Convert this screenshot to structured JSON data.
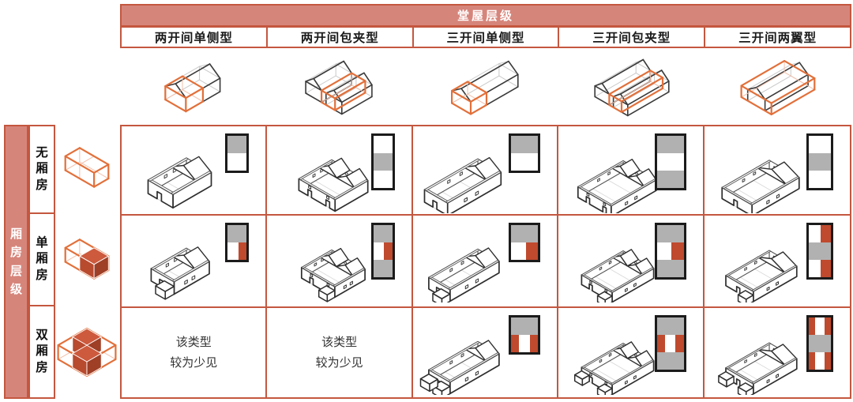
{
  "header": {
    "title": "堂屋层级"
  },
  "columns": [
    {
      "label": "两开间单侧型",
      "schematic": "two-bay-single-side"
    },
    {
      "label": "两开间包夹型",
      "schematic": "two-bay-wrapped"
    },
    {
      "label": "三开间单侧型",
      "schematic": "three-bay-single-side"
    },
    {
      "label": "三开间包夹型",
      "schematic": "three-bay-wrapped"
    },
    {
      "label": "三开间两翼型",
      "schematic": "three-bay-two-wings"
    }
  ],
  "side": {
    "title": "厢房层级",
    "rows": [
      {
        "label": "无厢房",
        "icon": "no-wing-cube-icon"
      },
      {
        "label": "单厢房",
        "icon": "single-wing-cube-icon"
      },
      {
        "label": "双厢房",
        "icon": "double-wing-cube-icon"
      }
    ]
  },
  "rare_note": {
    "line1": "该类型",
    "line2": "较为少见"
  },
  "matrix": {
    "cells": [
      [
        {
          "type": "house",
          "legend": [
            "G",
            "W"
          ]
        },
        {
          "type": "house",
          "legend": [
            "W",
            "G",
            "W"
          ]
        },
        {
          "type": "house",
          "legend": [
            "G",
            "W"
          ]
        },
        {
          "type": "house",
          "legend": [
            "G",
            "W",
            "G"
          ]
        },
        {
          "type": "house",
          "legend": [
            "W",
            "G",
            "W"
          ]
        }
      ],
      [
        {
          "type": "house",
          "legend": [
            "G",
            "WR"
          ]
        },
        {
          "type": "house",
          "legend": [
            "G",
            "WR",
            "G"
          ]
        },
        {
          "type": "house",
          "legend": [
            "G",
            "WR"
          ]
        },
        {
          "type": "house",
          "legend": [
            "G",
            "WR",
            "G"
          ]
        },
        {
          "type": "house",
          "legend": [
            "WR",
            "G",
            "WR"
          ]
        }
      ],
      [
        {
          "type": "rare"
        },
        {
          "type": "rare"
        },
        {
          "type": "house",
          "legend": [
            "G",
            "RWR"
          ]
        },
        {
          "type": "house",
          "legend": [
            "G",
            "RWR",
            "G"
          ]
        },
        {
          "type": "house",
          "legend": [
            "RWR",
            "G",
            "RWR"
          ]
        }
      ]
    ]
  },
  "colors": {
    "band_bg": "#d6857b",
    "grid_line": "#c4573f",
    "accent": "#e2703a",
    "accent_light": "#f3c0ab",
    "legend_gray": "#b1b1b1",
    "legend_red": "#bf4a2e",
    "legend_border": "#1b1b1b",
    "ink": "#2e2e2e"
  }
}
